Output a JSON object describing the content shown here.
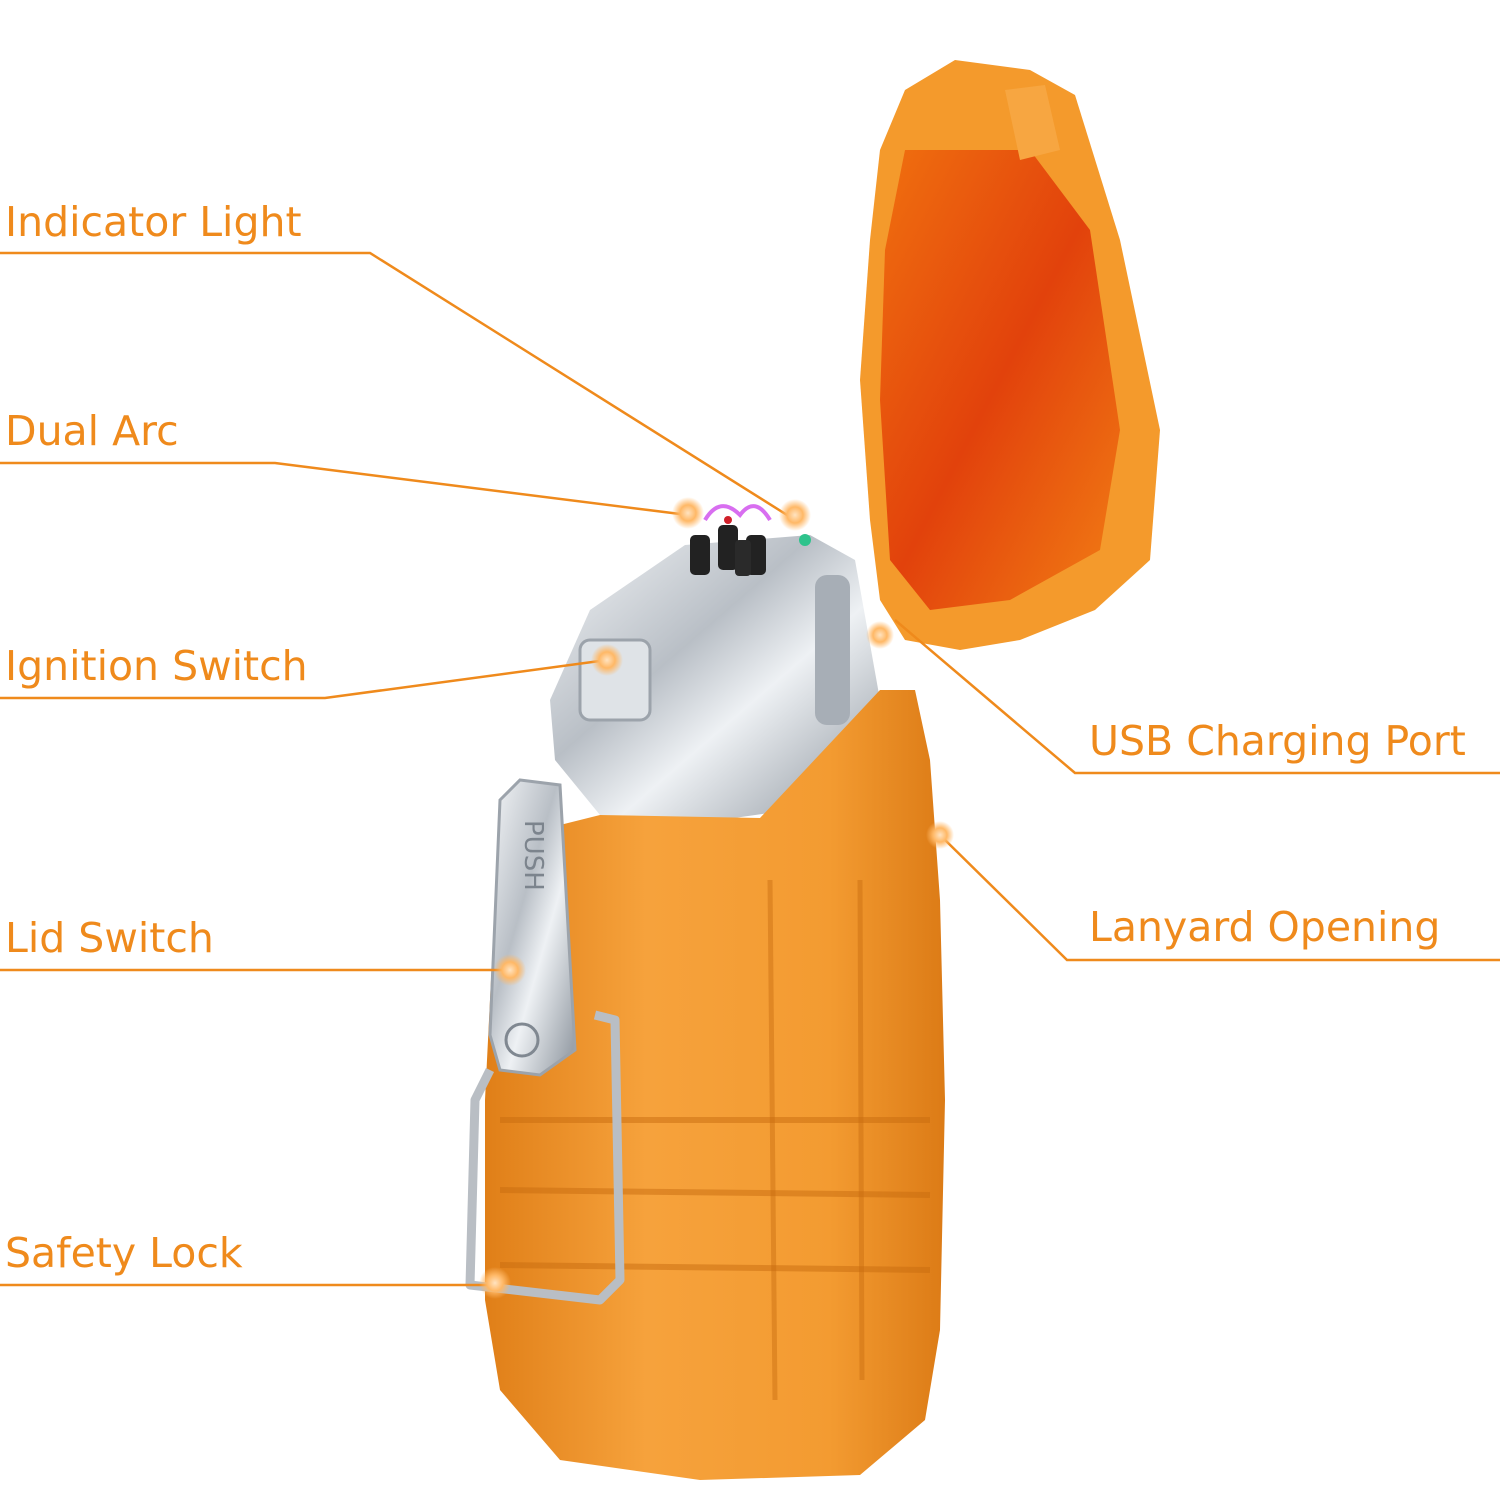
{
  "accent_color": "#ef8a1c",
  "product": {
    "body_color": "#f29a34",
    "chrome_color": "#d9dde2",
    "engraving": "PUSH"
  },
  "callouts": [
    {
      "id": "indicator",
      "label": "Indicator Light"
    },
    {
      "id": "dualarc",
      "label": "Dual Arc"
    },
    {
      "id": "ignition",
      "label": "Ignition Switch"
    },
    {
      "id": "lid",
      "label": "Lid Switch"
    },
    {
      "id": "safety",
      "label": "Safety Lock"
    },
    {
      "id": "usb",
      "label": "USB Charging Port"
    },
    {
      "id": "lanyard",
      "label": "Lanyard Opening"
    }
  ]
}
